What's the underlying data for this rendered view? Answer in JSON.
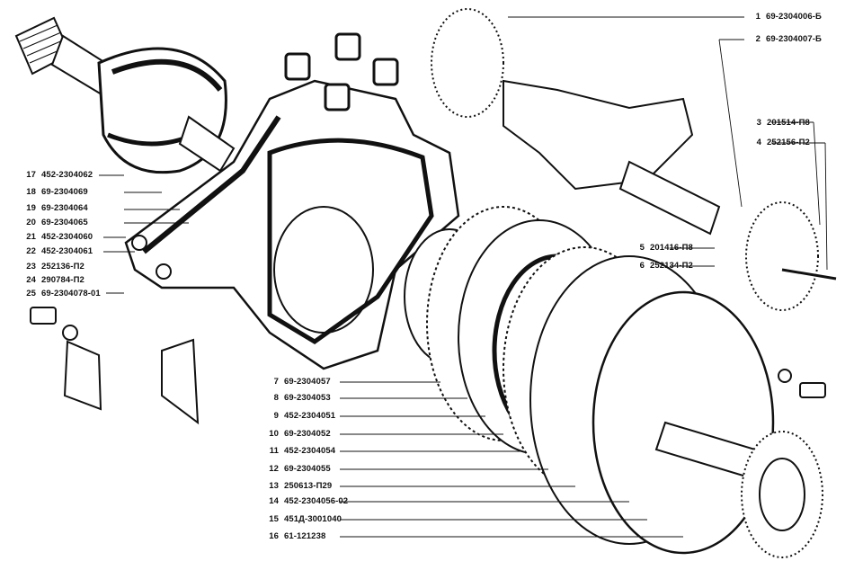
{
  "callouts": [
    {
      "num": "1",
      "code": "69-2304006-Б"
    },
    {
      "num": "2",
      "code": "69-2304007-Б"
    },
    {
      "num": "3",
      "code": "201514-П8"
    },
    {
      "num": "4",
      "code": "252156-П2"
    },
    {
      "num": "5",
      "code": "201416-П8"
    },
    {
      "num": "6",
      "code": "252134-П2"
    },
    {
      "num": "7",
      "code": "69-2304057"
    },
    {
      "num": "8",
      "code": "69-2304053"
    },
    {
      "num": "9",
      "code": "452-2304051"
    },
    {
      "num": "10",
      "code": "69-2304052"
    },
    {
      "num": "11",
      "code": "452-2304054"
    },
    {
      "num": "12",
      "code": "69-2304055"
    },
    {
      "num": "13",
      "code": "250613-П29"
    },
    {
      "num": "14",
      "code": "452-2304056-02"
    },
    {
      "num": "15",
      "code": "451Д-3001040"
    },
    {
      "num": "16",
      "code": "61-121238"
    },
    {
      "num": "17",
      "code": "452-2304062"
    },
    {
      "num": "18",
      "code": "69-2304069"
    },
    {
      "num": "19",
      "code": "69-2304064"
    },
    {
      "num": "20",
      "code": "69-2304065"
    },
    {
      "num": "21",
      "code": "452-2304060"
    },
    {
      "num": "22",
      "code": "452-2304061"
    },
    {
      "num": "23",
      "code": "252136-П2"
    },
    {
      "num": "24",
      "code": "290784-П2"
    },
    {
      "num": "25",
      "code": "69-2304078-01"
    }
  ]
}
